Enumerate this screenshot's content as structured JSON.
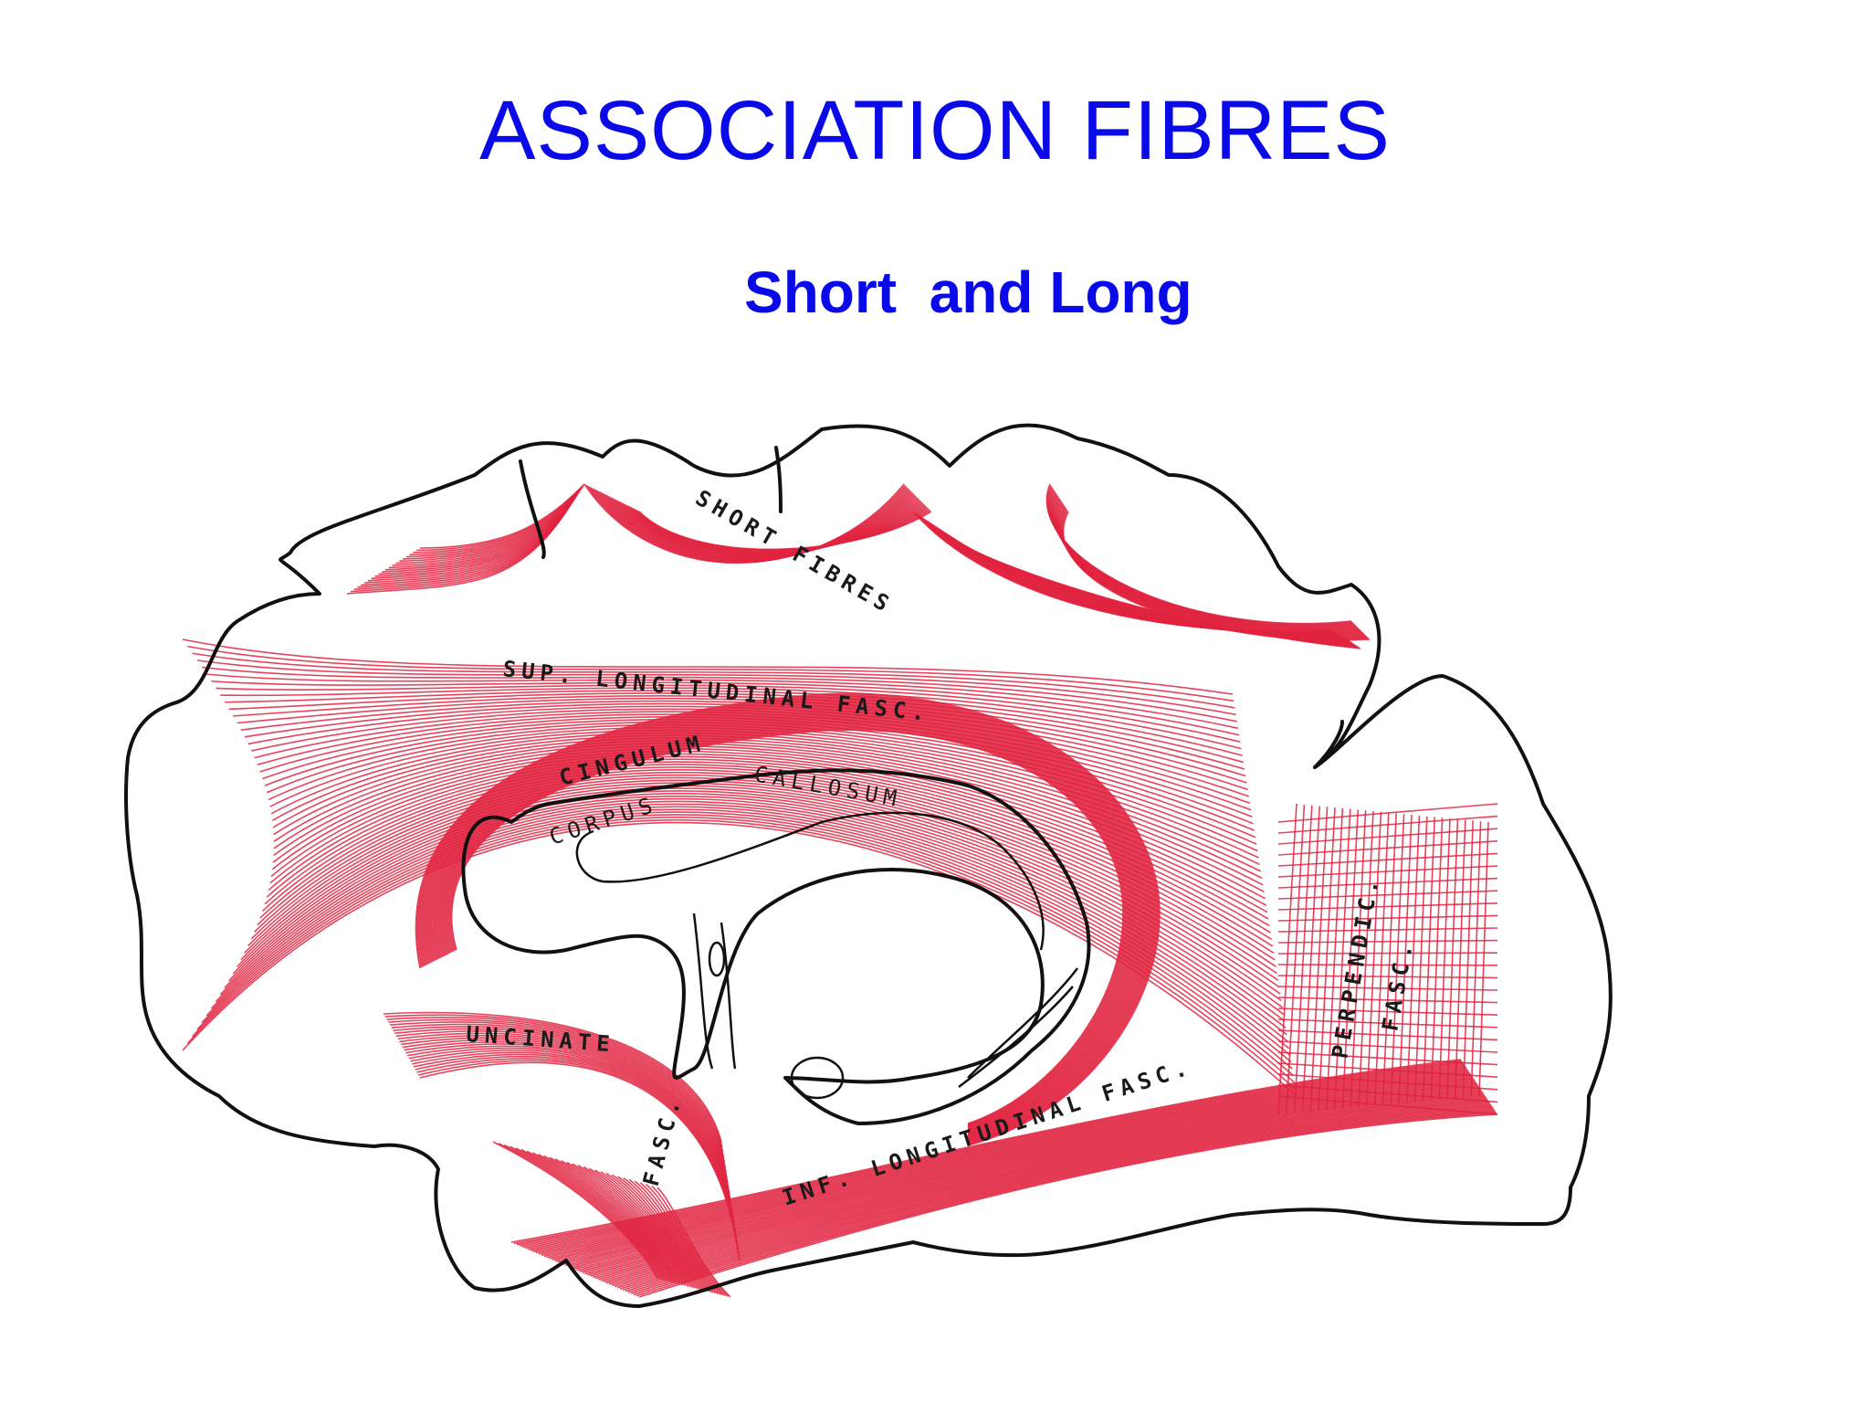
{
  "slide": {
    "title": "ASSOCIATION FIBRES",
    "subtitle": "Short  and Long",
    "title_color": "#0a0ae8",
    "fibre_color": "#e0233f"
  },
  "labels": {
    "short_fibres": "SHORT FIBRES",
    "sup_longitudinal": "SUP. LONGITUDINAL FASC.",
    "cingulum": "CINGULUM",
    "corpus": "CORPUS",
    "callosum": "CALLOSUM",
    "uncinate": "UNCINATE",
    "fasc_vertical": "FASC.",
    "inf_longitudinal": "INF. LONGITUDINAL FASC.",
    "perpendic": "PERPENDIC.",
    "perpendic_fasc": "FASC."
  }
}
